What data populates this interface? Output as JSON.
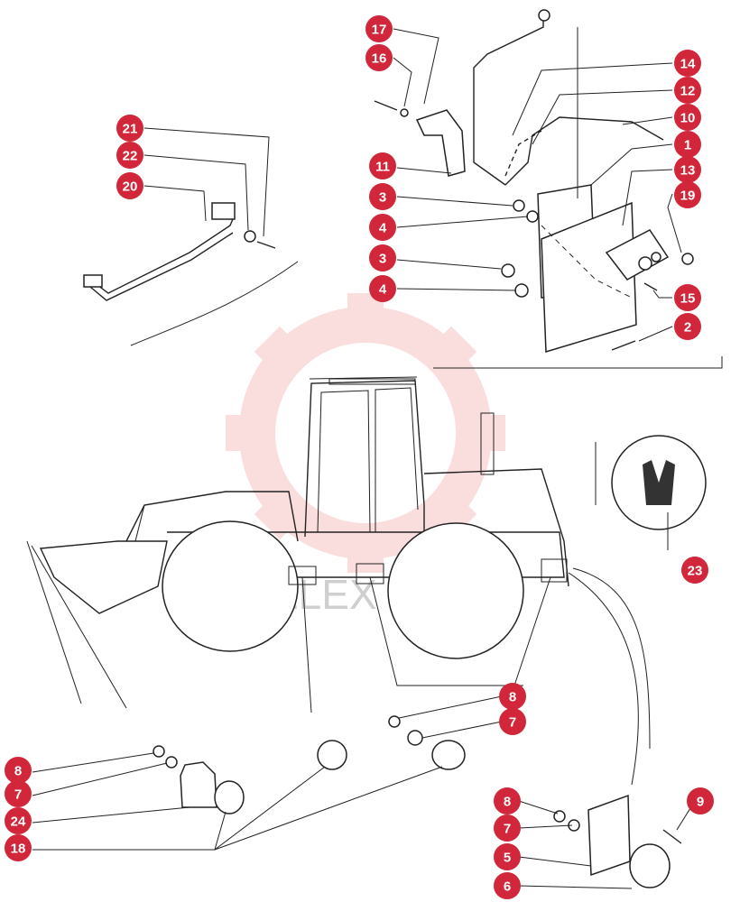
{
  "watermark": {
    "text": "ELEX",
    "color": "#f4b6b6"
  },
  "colors": {
    "badge": "#d2263a",
    "line": "#222222"
  },
  "callouts": [
    {
      "id": "c17",
      "num": "17"
    },
    {
      "id": "c16",
      "num": "16"
    },
    {
      "id": "c14",
      "num": "14"
    },
    {
      "id": "c12",
      "num": "12"
    },
    {
      "id": "c10",
      "num": "10"
    },
    {
      "id": "c1",
      "num": "1"
    },
    {
      "id": "c13",
      "num": "13"
    },
    {
      "id": "c19",
      "num": "19"
    },
    {
      "id": "c11",
      "num": "11"
    },
    {
      "id": "c3a",
      "num": "3"
    },
    {
      "id": "c4a",
      "num": "4"
    },
    {
      "id": "c3b",
      "num": "3"
    },
    {
      "id": "c4b",
      "num": "4"
    },
    {
      "id": "c15",
      "num": "15"
    },
    {
      "id": "c2",
      "num": "2"
    },
    {
      "id": "c21",
      "num": "21"
    },
    {
      "id": "c22",
      "num": "22"
    },
    {
      "id": "c20",
      "num": "20"
    },
    {
      "id": "c23",
      "num": "23"
    },
    {
      "id": "c8a",
      "num": "8"
    },
    {
      "id": "c7a",
      "num": "7"
    },
    {
      "id": "c8b",
      "num": "8"
    },
    {
      "id": "c7b",
      "num": "7"
    },
    {
      "id": "c24",
      "num": "24"
    },
    {
      "id": "c18",
      "num": "18"
    },
    {
      "id": "c8c",
      "num": "8"
    },
    {
      "id": "c9",
      "num": "9"
    },
    {
      "id": "c7c",
      "num": "7"
    },
    {
      "id": "c5",
      "num": "5"
    },
    {
      "id": "c6",
      "num": "6"
    }
  ]
}
